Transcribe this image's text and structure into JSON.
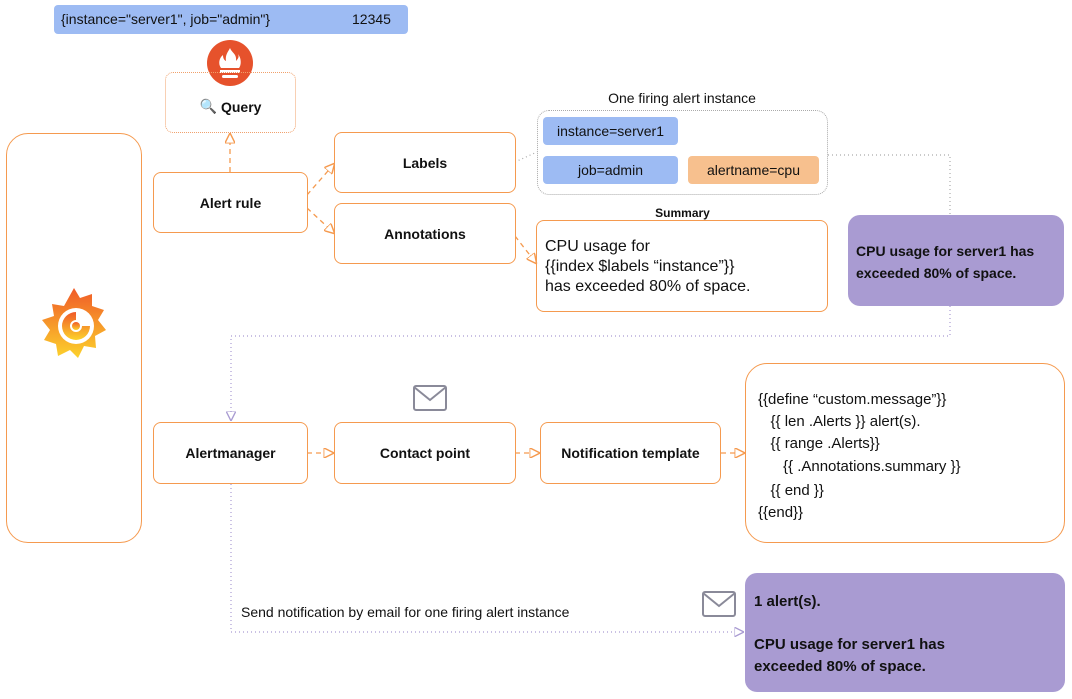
{
  "series_label": {
    "labels": "{instance=\"server1\", job=\"admin\"}",
    "value": "12345",
    "color": "#9dbbf3"
  },
  "query": {
    "label": "Query",
    "icon": "magnifier-icon",
    "source_icon": "prometheus-logo"
  },
  "alert_rule": {
    "label": "Alert rule"
  },
  "labels_box": {
    "label": "Labels"
  },
  "annotations_box": {
    "label": "Annotations"
  },
  "alert_instance": {
    "title": "One firing alert instance",
    "labels": [
      "instance=server1",
      "job=admin",
      "alertname=cpu"
    ]
  },
  "summary": {
    "title": "Summary",
    "lines": [
      "CPU usage for",
      "{{index $labels “instance”}}",
      "has exceeded 80% of space."
    ]
  },
  "rendered_summary": {
    "lines": [
      "CPU usage for server1 has",
      "exceeded 80% of space."
    ]
  },
  "alertmanager": {
    "label": "Alertmanager",
    "logo": "grafana-logo"
  },
  "contact_point": {
    "label": "Contact point",
    "icon": "envelope-icon"
  },
  "notification_template": {
    "label": "Notification template"
  },
  "template_code": {
    "lines": [
      "{{define “custom.message”}}",
      "   {{ len .Alerts }} alert(s).",
      "   {{ range .Alerts}}",
      "      {{ .Annotations.summary }}",
      "   {{ end }}",
      "{{end}}"
    ]
  },
  "email": {
    "caption": "Send notification by email for one firing alert instance",
    "count_line": "1 alert(s).",
    "lines": [
      "CPU usage for server1 has",
      "exceeded 80% of space."
    ],
    "icon": "envelope-icon"
  },
  "colors": {
    "orange": "#f59a4f",
    "blue": "#9dbbf3",
    "peach": "#f7c08e",
    "purple": "#a99bd2",
    "prometheus": "#e6522c"
  }
}
